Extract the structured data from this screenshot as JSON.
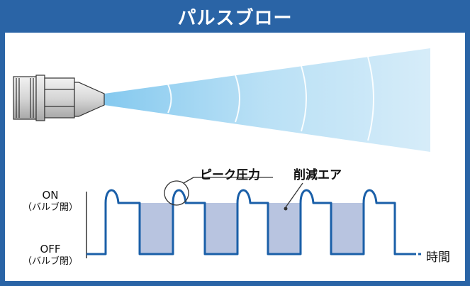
{
  "title": "パルスブロー",
  "labels": {
    "peak_pressure": "ピーク圧力",
    "reduced_air": "削減エア",
    "on_label": "ON",
    "on_sub": "（バルブ開）",
    "off_label": "OFF",
    "off_sub": "（バルブ閉）",
    "time_label": "時間"
  },
  "colors": {
    "header": "#2a64a6",
    "pulse_line": "#1a5fa8",
    "reduced_fill": "#b8c4e0",
    "spray": "#9fd3f0"
  },
  "waveform": {
    "on_time_units": 1,
    "off_time_units": 1,
    "pulse_count": 5,
    "peak_at_pulse_start": true
  }
}
